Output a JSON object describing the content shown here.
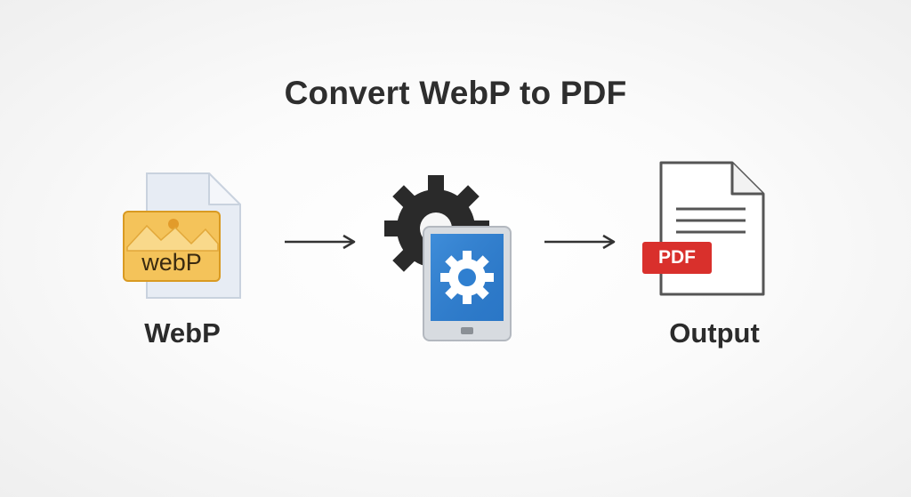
{
  "title": "Convert WebP to PDF",
  "steps": [
    {
      "label": "WebP",
      "icon": "webp-image-file-icon",
      "badge": "webP"
    },
    {
      "label": "",
      "icon": "tablet-settings-gear-icon"
    },
    {
      "label": "Output",
      "icon": "pdf-document-icon",
      "badge": "PDF"
    }
  ],
  "colors": {
    "webp_badge": "#f4c35a",
    "webp_badge_border": "#d99a22",
    "tablet_screen": "#2f7fd0",
    "gear_dark": "#2a2a2a",
    "pdf_badge": "#d9302c",
    "text": "#2b2b2b"
  }
}
